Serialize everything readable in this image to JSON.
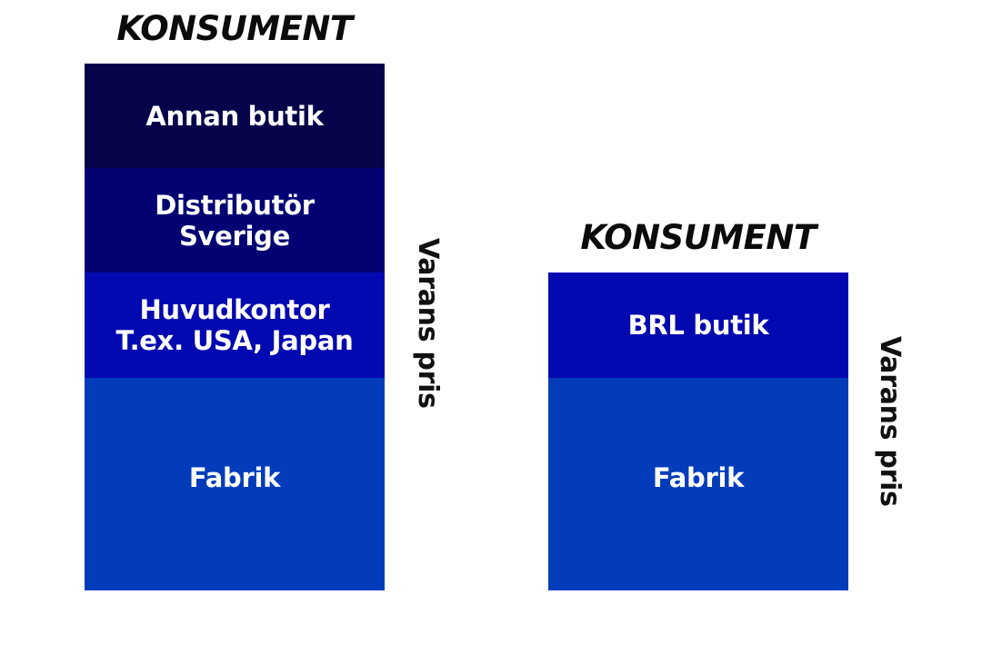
{
  "stacks": [
    {
      "title": "KONSUMENT",
      "price_label": "Varans pris",
      "blocks": [
        {
          "label": "Annan butik",
          "color": "#07034a"
        },
        {
          "label": "Distributör\nSverige",
          "color": "#040272"
        },
        {
          "label": "Huvudkontor\nT.ex. USA, Japan",
          "color": "#0309b0"
        },
        {
          "label": "Fabrik",
          "color": "#023cbb"
        }
      ]
    },
    {
      "title": "KONSUMENT",
      "price_label": "Varans pris",
      "blocks": [
        {
          "label": "BRL butik",
          "color": "#0309b0"
        },
        {
          "label": "Fabrik",
          "color": "#023cbb"
        }
      ]
    }
  ]
}
